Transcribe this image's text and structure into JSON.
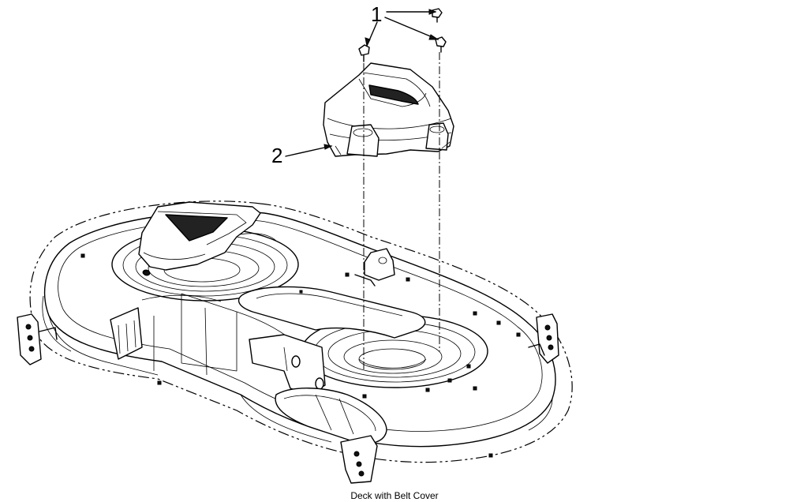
{
  "diagram": {
    "callouts": [
      {
        "label": "1",
        "part": "screw"
      },
      {
        "label": "2",
        "part": "belt-cover"
      }
    ],
    "caption": "Deck with Belt Cover"
  }
}
